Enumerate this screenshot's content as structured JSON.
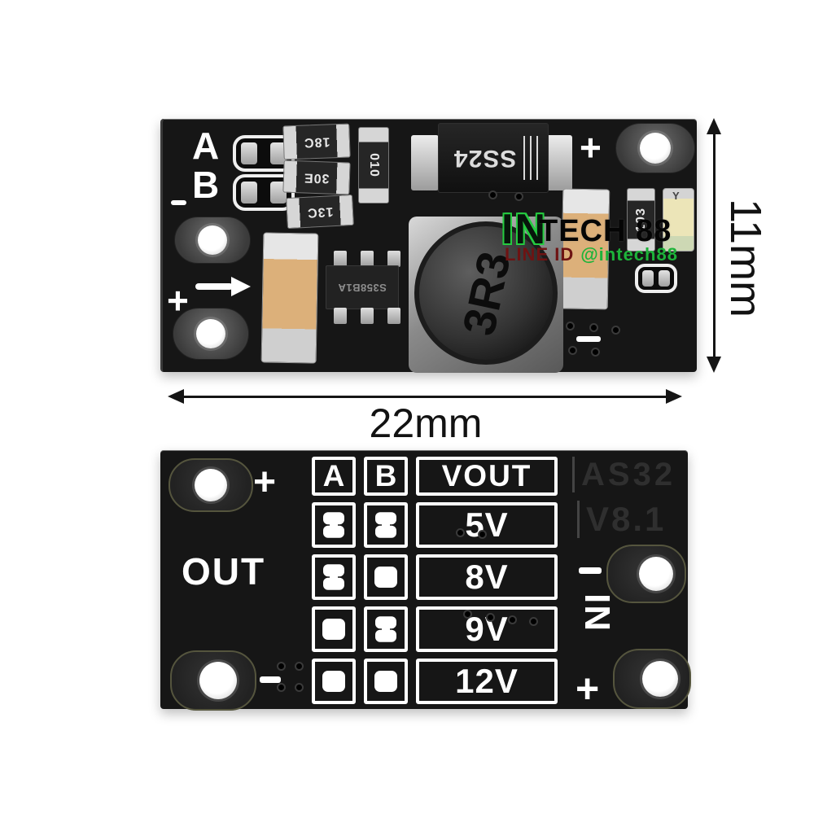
{
  "dimensions": {
    "height_label": "11mm",
    "width_label": "22mm"
  },
  "watermark": {
    "brand_outline": "IN",
    "brand_rest": "TECH 88",
    "line_label": "LINE ID",
    "handle": "@intech88"
  },
  "top_board": {
    "jumper_a_label": "A",
    "jumper_b_label": "B",
    "minus_left": "-",
    "plus_left": "+",
    "plus_right": "+",
    "minus_bottom": "-",
    "resistor_1": "18C",
    "resistor_2": "30E",
    "resistor_3": "13C",
    "cap_marking": "010",
    "resistor_right": "103",
    "diode_marking": "SS24",
    "ic_marking": "S358B1A",
    "inductor_marking": "3R3",
    "led_marking": "Y"
  },
  "bottom_board": {
    "plus_top": "+",
    "out_label": "OUT",
    "minus_bottom_left": "-",
    "minus_right": "-",
    "in_label": "IN",
    "plus_bottom_right": "+",
    "model": "AS32",
    "version": "V8.1",
    "table": {
      "header_a": "A",
      "header_b": "B",
      "header_vout": "VOUT",
      "rows": [
        {
          "a": "closed",
          "b": "closed",
          "vout": "5V"
        },
        {
          "a": "closed",
          "b": "open",
          "vout": "8V"
        },
        {
          "a": "open",
          "b": "closed",
          "vout": "9V"
        },
        {
          "a": "open",
          "b": "open",
          "vout": "12V"
        }
      ]
    }
  },
  "colors": {
    "board": "#161616",
    "silkscreen": "#ffffff",
    "watermark_green": "#25cb40",
    "watermark_red": "#6e1313",
    "capacitor_body": "#dcb07a",
    "led_body": "#ece5b8",
    "dimension_ink": "#151515"
  }
}
